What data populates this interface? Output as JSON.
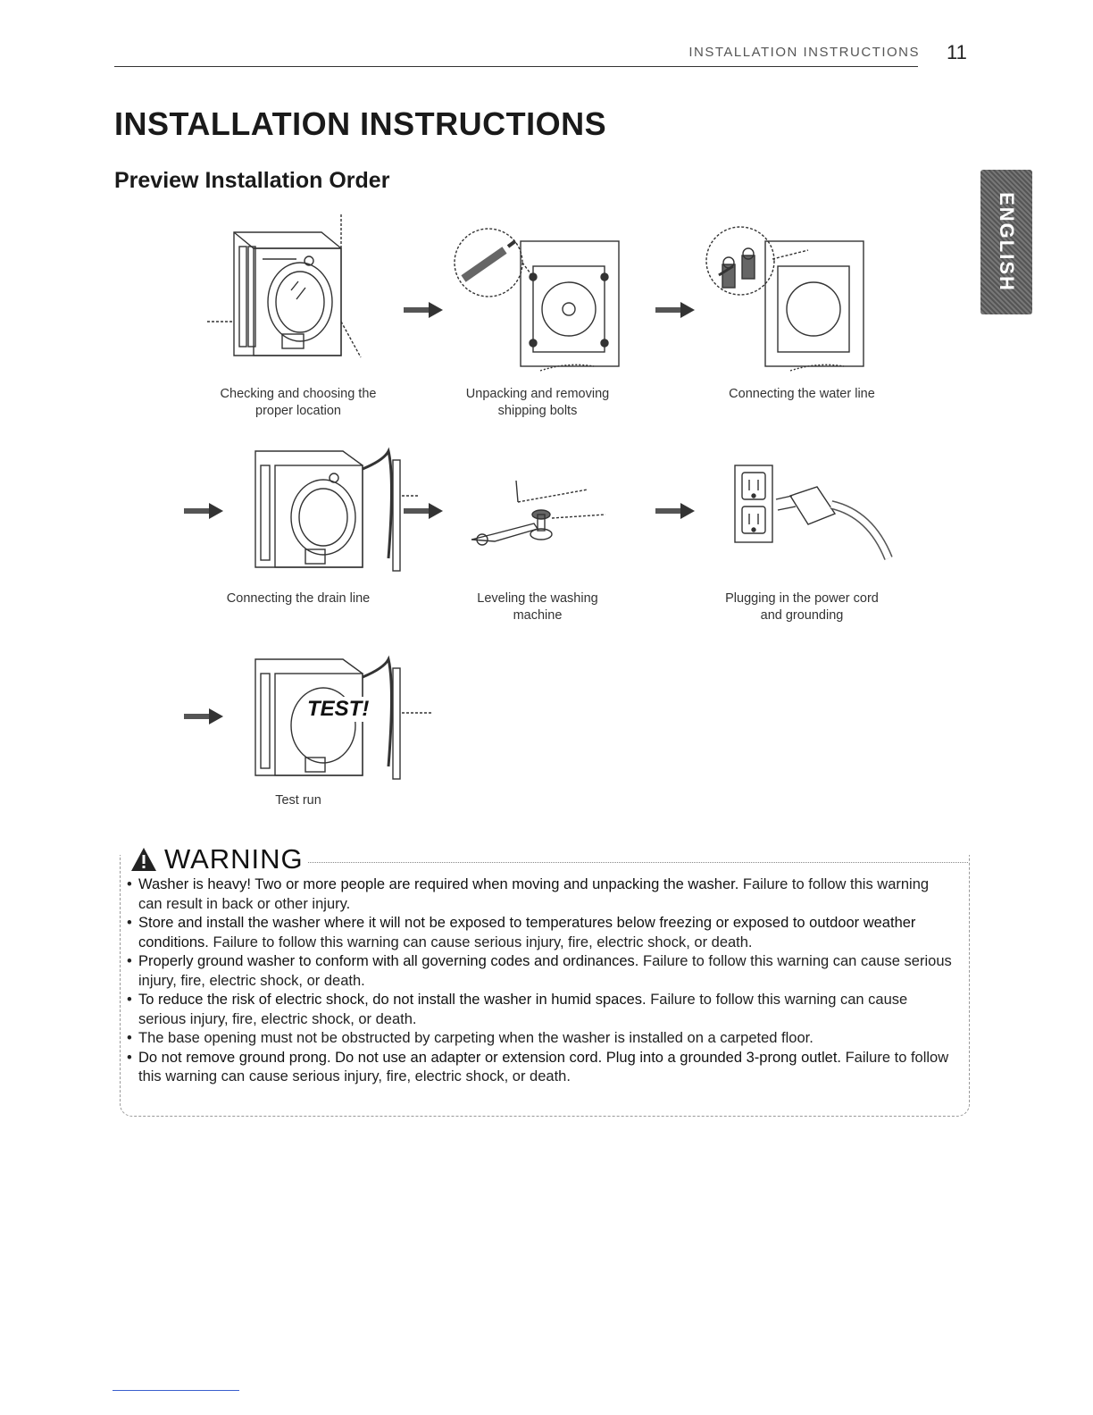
{
  "header": {
    "running_title": "INSTALLATION INSTRUCTIONS",
    "page_number": "11"
  },
  "page_title": "INSTALLATION INSTRUCTIONS",
  "section_heading": "Preview Installation Order",
  "language_tab": "ENGLISH",
  "steps": [
    {
      "caption_line1": "Checking and choosing the",
      "caption_line2": "proper location"
    },
    {
      "caption_line1": "Unpacking and removing",
      "caption_line2": "shipping bolts"
    },
    {
      "caption_line1": "Connecting the water line",
      "caption_line2": ""
    },
    {
      "caption_line1": "Connecting the drain line",
      "caption_line2": ""
    },
    {
      "caption_line1": "Leveling the washing",
      "caption_line2": "machine"
    },
    {
      "caption_line1": "Plugging in the power cord",
      "caption_line2": "and grounding"
    },
    {
      "caption_line1": "Test run",
      "caption_line2": "",
      "figure_label": "TEST!"
    }
  ],
  "warning": {
    "title": "WARNING",
    "items": [
      {
        "bold": "Washer is heavy! Two or more people are required when moving and unpacking the washer.",
        "text": " Failure to follow this warning can result in back or other injury."
      },
      {
        "bold": "Store and install the washer where it will not be exposed to temperatures below freezing or exposed to outdoor weather conditions.",
        "text": " Failure to follow this warning can cause serious injury, fire, electric shock, or death."
      },
      {
        "bold": "Properly ground washer to conform with all governing codes and ordinances.",
        "text": " Failure to follow this warning can cause serious injury, fire, electric shock, or death."
      },
      {
        "bold": "To reduce the risk of electric shock, do not install the washer in humid spaces.",
        "text": " Failure to follow this warning can cause serious injury, fire, electric shock, or death."
      },
      {
        "bold": "",
        "text": "The base opening must not be obstructed by carpeting when the washer is installed on a carpeted floor."
      },
      {
        "bold": "Do not remove ground prong. Do not use an adapter or extension cord. Plug into a grounded 3-prong outlet.",
        "text": " Failure to follow this warning can cause serious injury, fire, electric shock, or death."
      }
    ]
  }
}
